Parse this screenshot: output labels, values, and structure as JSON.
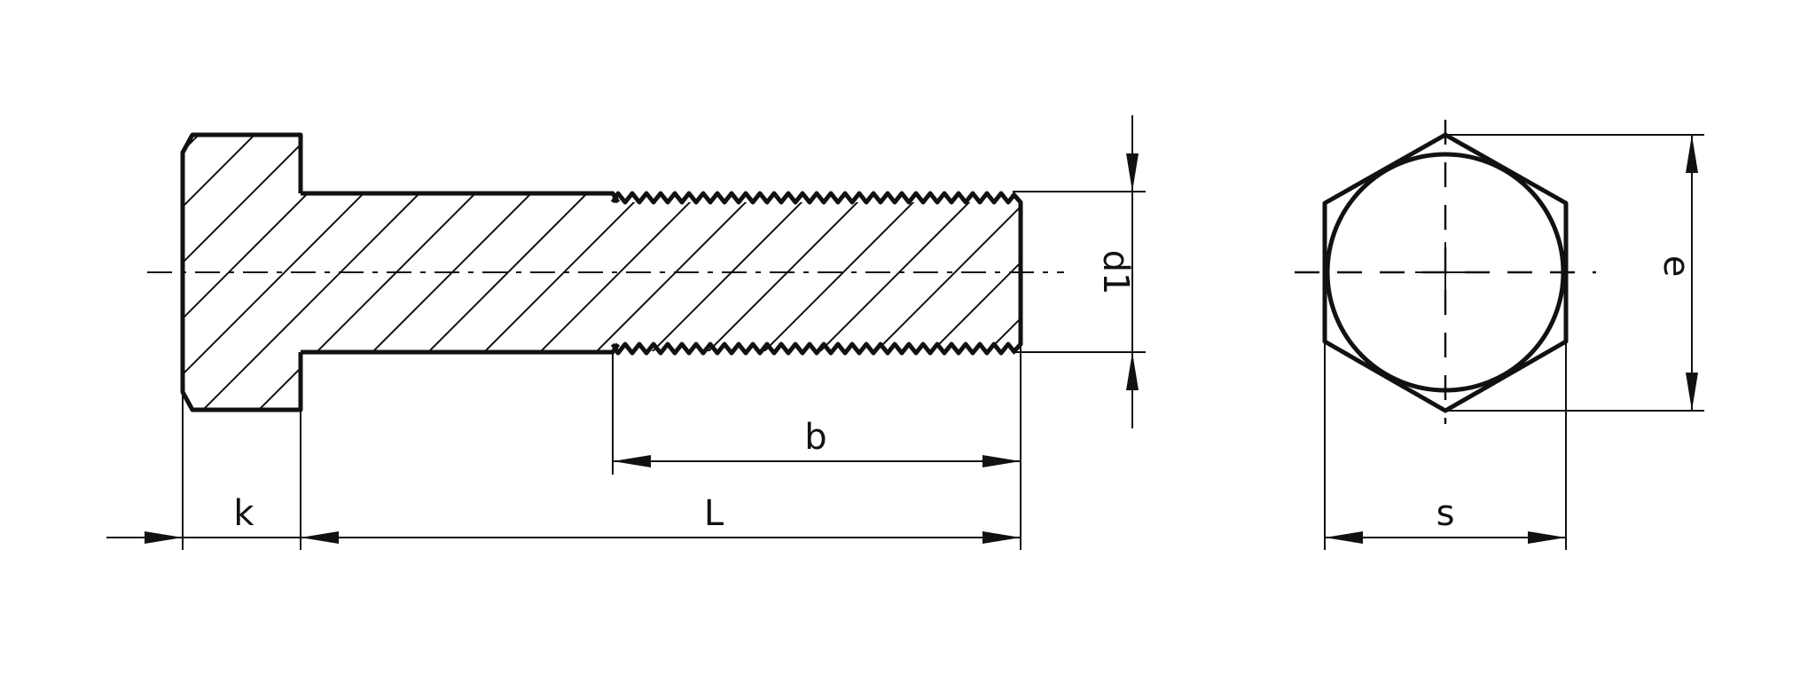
{
  "labels": {
    "k": "k",
    "L": "L",
    "b": "b",
    "d1": "d1",
    "s": "s",
    "e": "e"
  }
}
